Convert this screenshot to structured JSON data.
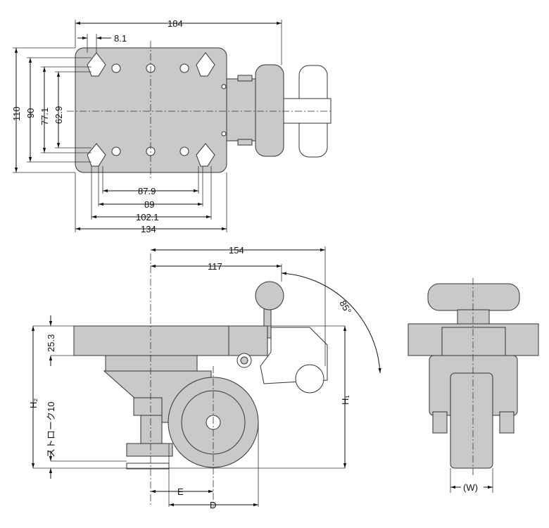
{
  "title": "Caster with leveling foot - dimension drawing",
  "top_view": {
    "dims": {
      "width_total": "184",
      "slot_offset": "8.1",
      "height_total": "110",
      "h90": "90",
      "h77": "77.1",
      "h62": "62.9",
      "w87": "87.9",
      "w89": "89",
      "w102": "102.1",
      "w134": "134"
    }
  },
  "side_view": {
    "dims": {
      "w154": "154",
      "w117": "117",
      "angle": "85°",
      "h25": "25.3",
      "h2": "H₂",
      "stroke": "ストローク10",
      "h1": "H₁",
      "e": "E",
      "d": "D"
    }
  },
  "front_view": {
    "dims": {
      "w": "(W)"
    }
  }
}
